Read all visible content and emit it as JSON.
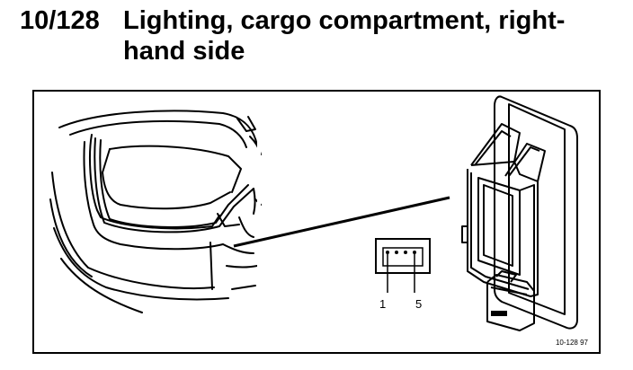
{
  "heading": {
    "number": "10/128",
    "title_line1": "Lighting, cargo compartment, right-",
    "title_line2": "hand side"
  },
  "figure": {
    "pin_labels": [
      "1",
      "5"
    ],
    "reference": "10-128 97"
  }
}
